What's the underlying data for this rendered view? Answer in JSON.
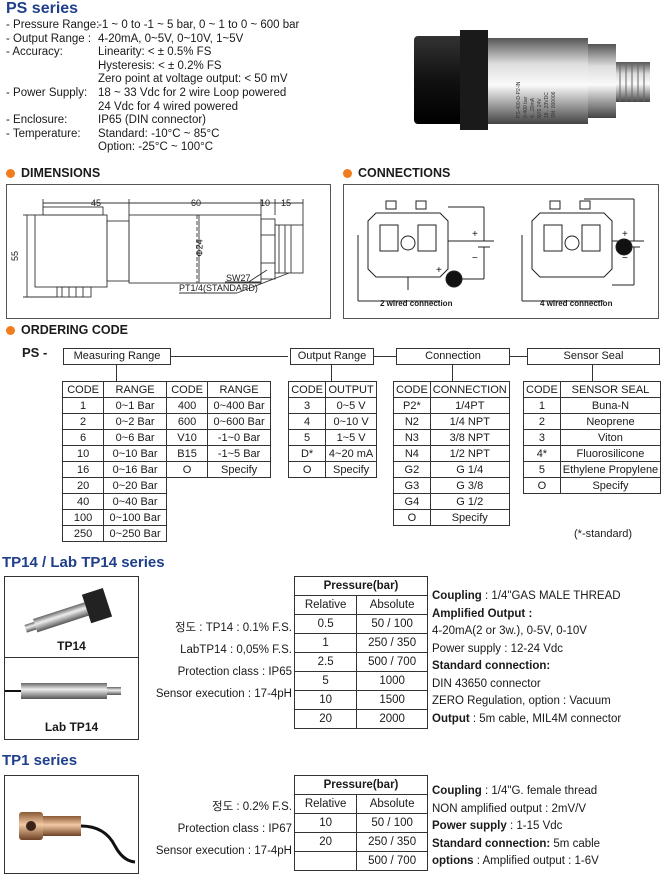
{
  "ps": {
    "title": "PS series",
    "specs": [
      {
        "key": "- Pressure Range:",
        "lines": [
          "-1 ~ 0  to  -1 ~ 5 bar, 0 ~ 1  to  0 ~ 600 bar"
        ]
      },
      {
        "key": "- Output Range :",
        "lines": [
          "4-20mA, 0~5V, 0~10V, 1~5V"
        ]
      },
      {
        "key": "- Accuracy:",
        "lines": [
          "Linearity: < ± 0.5% FS",
          "Hysteresis: < ± 0.2% FS",
          "Zero point at voltage output: < 50 mV"
        ]
      },
      {
        "key": "- Power Supply:",
        "lines": [
          "18 ~ 33 Vdc for 2 wire Loop powered",
          "24 Vdc for 4 wired powered"
        ]
      },
      {
        "key": "- Enclosure:",
        "lines": [
          "IP65 (DIN connector)"
        ]
      },
      {
        "key": "- Temperature:",
        "lines": [
          "Standard: -10°C ~ 85°C",
          "Option: -25°C ~ 100°C"
        ]
      }
    ],
    "photo_label": [
      "PS-400-D-P2-IN",
      "0-400 bar",
      "4...20mA",
      "W/S 24V",
      "18...33VDC",
      "SN: 000006"
    ]
  },
  "dimensions": {
    "title": "DIMENSIONS",
    "labels": {
      "d45": "45",
      "d60": "60",
      "d10": "10",
      "d15": "15",
      "d55": "55",
      "phi24": "Φ24",
      "sw27": "SW27",
      "pt": "PT1/4(STANDARD)"
    }
  },
  "connections": {
    "title": "CONNECTIONS",
    "caption_2": "2 wired connection",
    "caption_4": "4 wired connection"
  },
  "ordering": {
    "title": "ORDERING CODE",
    "prefix": "PS -",
    "groups": [
      "Measuring Range",
      "Output Range",
      "Connection",
      "Sensor Seal"
    ],
    "range_headers": [
      "CODE",
      "RANGE",
      "CODE",
      "RANGE"
    ],
    "range_rows": [
      [
        "1",
        "0~1 Bar",
        "400",
        "0~400 Bar"
      ],
      [
        "2",
        "0~2 Bar",
        "600",
        "0~600 Bar"
      ],
      [
        "6",
        "0~6 Bar",
        "V10",
        "-1~0 Bar"
      ],
      [
        "10",
        "0~10 Bar",
        "B15",
        "-1~5 Bar"
      ],
      [
        "16",
        "0~16 Bar",
        "O",
        "Specify"
      ],
      [
        "20",
        "0~20 Bar",
        "",
        ""
      ],
      [
        "40",
        "0~40 Bar",
        "",
        ""
      ],
      [
        "100",
        "0~100 Bar",
        "",
        ""
      ],
      [
        "250",
        "0~250 Bar",
        "",
        ""
      ]
    ],
    "output_headers": [
      "CODE",
      "OUTPUT"
    ],
    "output_rows": [
      [
        "3",
        "0~5 V"
      ],
      [
        "4",
        "0~10 V"
      ],
      [
        "5",
        "1~5 V"
      ],
      [
        "D*",
        "4~20 mA"
      ],
      [
        "O",
        "Specify"
      ]
    ],
    "conn_headers": [
      "CODE",
      "CONNECTION"
    ],
    "conn_rows": [
      [
        "P2*",
        "1/4PT"
      ],
      [
        "N2",
        "1/4 NPT"
      ],
      [
        "N3",
        "3/8 NPT"
      ],
      [
        "N4",
        "1/2 NPT"
      ],
      [
        "G2",
        "G 1/4"
      ],
      [
        "G3",
        "G 3/8"
      ],
      [
        "G4",
        "G 1/2"
      ],
      [
        "O",
        "Specify"
      ]
    ],
    "seal_headers": [
      "CODE",
      "SENSOR SEAL"
    ],
    "seal_rows": [
      [
        "1",
        "Buna-N"
      ],
      [
        "2",
        "Neoprene"
      ],
      [
        "3",
        "Viton"
      ],
      [
        "4*",
        "Fluorosilicone"
      ],
      [
        "5",
        "Ethylene Propylene"
      ],
      [
        "O",
        "Specify"
      ]
    ],
    "note": "(*-standard)"
  },
  "tp14": {
    "title": "TP14 / Lab TP14 series",
    "name_1": "TP14",
    "name_2": "Lab TP14",
    "specs": [
      "정도 : TP14 : 0.1% F.S.",
      "LabTP14 : 0,05% F.S.",
      "Protection class : IP65",
      "Sensor execution : 17-4pH"
    ],
    "pressure_header": "Pressure(bar)",
    "col_relative": "Relative",
    "col_absolute": "Absolute",
    "rows": [
      [
        "0.5",
        "50 / 100"
      ],
      [
        "1",
        "250 / 350"
      ],
      [
        "2.5",
        "500 / 700"
      ],
      [
        "5",
        "1000"
      ],
      [
        "10",
        "1500"
      ],
      [
        "20",
        "2000"
      ]
    ],
    "features": [
      {
        "b": "Coupling",
        "t": " : 1/4\"GAS MALE THREAD"
      },
      {
        "b": "Amplified Output :",
        "t": ""
      },
      {
        "b": "",
        "t": "4-20mA(2 or 3w.), 0-5V, 0-10V"
      },
      {
        "b": "",
        "t": "Power supply : 12-24 Vdc"
      },
      {
        "b": "Standard connection:",
        "t": ""
      },
      {
        "b": "",
        "t": "DIN 43650 connector"
      },
      {
        "b": "",
        "t": "ZERO Regulation, option : Vacuum"
      },
      {
        "b": "Output",
        "t": " : 5m cable, MIL4M connector"
      }
    ]
  },
  "tp1": {
    "title": "TP1 series",
    "specs": [
      "정도 : 0.2% F.S.",
      "Protection class : IP67",
      "Sensor execution : 17-4pH"
    ],
    "pressure_header": "Pressure(bar)",
    "col_relative": "Relative",
    "col_absolute": "Absolute",
    "rows": [
      [
        "10",
        "50 / 100"
      ],
      [
        "20",
        "250 / 350"
      ],
      [
        "",
        "500 / 700"
      ]
    ],
    "features": [
      {
        "b": "Coupling",
        "t": " : 1/4\"G. female thread"
      },
      {
        "b": "",
        "t": "NON amplified output : 2mV/V"
      },
      {
        "b": "Power supply",
        "t": " : 1-15 Vdc"
      },
      {
        "b": "Standard connection:",
        "t": " 5m cable"
      },
      {
        "b": "options",
        "t": " : Amplified output : 1-6V"
      }
    ]
  },
  "colors": {
    "title_blue": "#1f3f8c",
    "bullet_orange": "#f07c1c"
  }
}
